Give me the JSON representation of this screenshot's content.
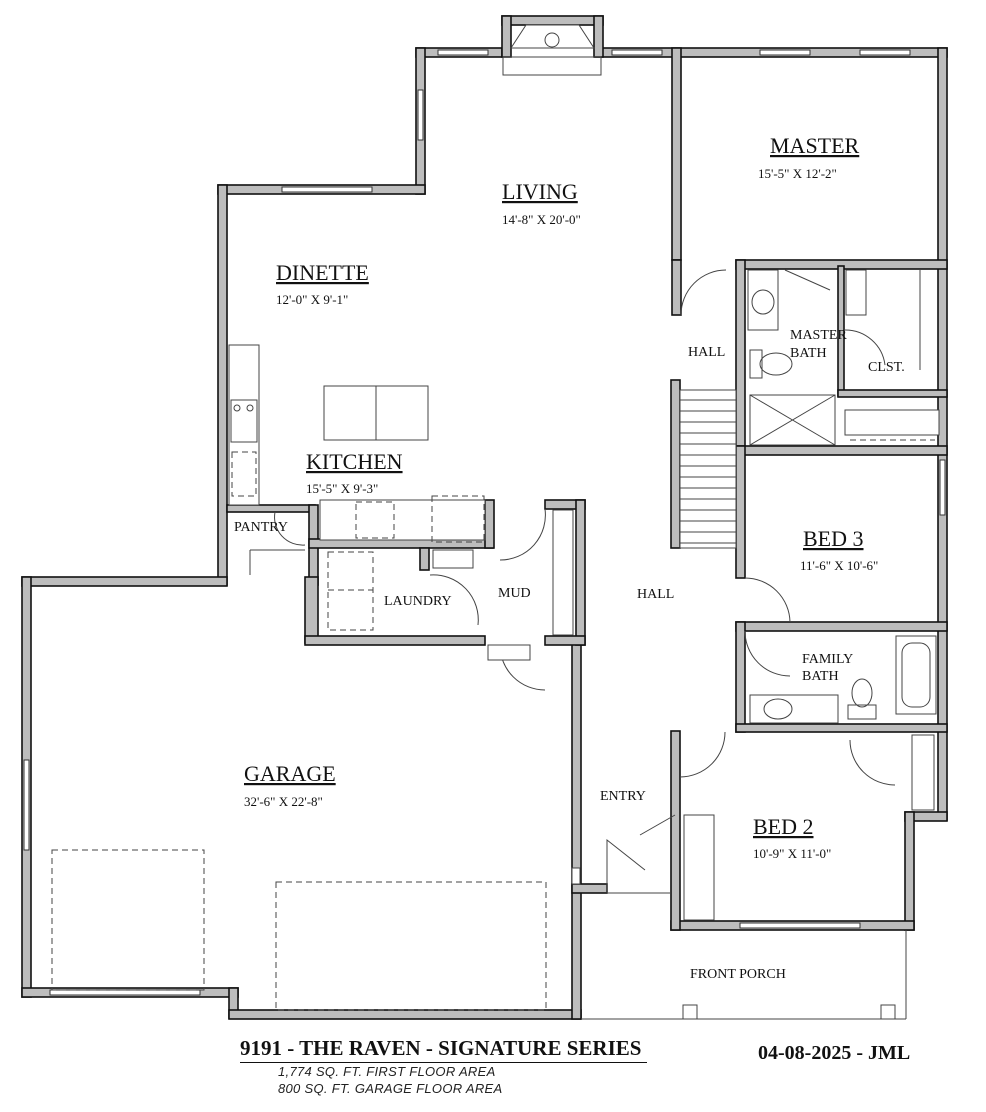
{
  "plan": {
    "title": "9191 - THE RAVEN - SIGNATURE SERIES",
    "date": "04-08-2025 - JML",
    "areas": [
      "1,774 SQ. FT. FIRST FLOOR AREA",
      "800 SQ. FT. GARAGE FLOOR AREA"
    ]
  },
  "rooms": {
    "master": {
      "name": "MASTER",
      "dim": "15'-5\" X 12'-2\""
    },
    "living": {
      "name": "LIVING",
      "dim": "14'-8\" X 20'-0\""
    },
    "dinette": {
      "name": "DINETTE",
      "dim": "12'-0\" X 9'-1\""
    },
    "kitchen": {
      "name": "KITCHEN",
      "dim": "15'-5\" X 9'-3\""
    },
    "bed3": {
      "name": "BED 3",
      "dim": "11'-6\" X 10'-6\""
    },
    "garage": {
      "name": "GARAGE",
      "dim": "32'-6\" X 22'-8\""
    },
    "bed2": {
      "name": "BED 2",
      "dim": "10'-9\" X 11'-0\""
    }
  },
  "labels": {
    "hall_upper": "HALL",
    "master_bath_1": "MASTER",
    "master_bath_2": "BATH",
    "closet": "CLST.",
    "pantry": "PANTRY",
    "laundry": "LAUNDRY",
    "mud": "MUD",
    "hall_lower": "HALL",
    "family_bath_1": "FAMILY",
    "family_bath_2": "BATH",
    "entry": "ENTRY",
    "front_porch": "FRONT PORCH"
  }
}
